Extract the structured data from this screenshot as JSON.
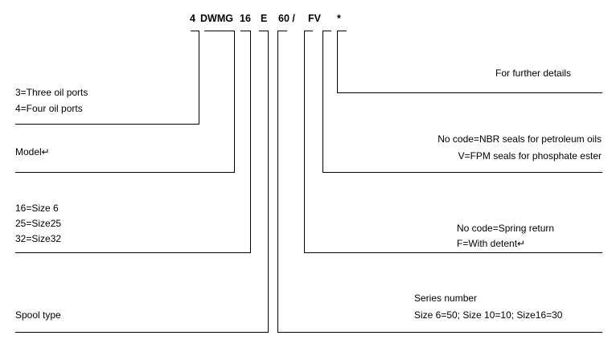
{
  "code": {
    "parts": [
      "4",
      "DWMG",
      "16",
      "E",
      "60 /",
      "FV",
      "*"
    ]
  },
  "left": {
    "ports": [
      "3=Three oil ports",
      "4=Four oil ports"
    ],
    "model": "Model↵",
    "size": [
      "16=Size 6",
      "25=Size25",
      "32=Size32"
    ],
    "spool": "Spool type"
  },
  "right": {
    "further": "For further details",
    "seals": [
      "No code=NBR seals for petroleum oils",
      "V=FPM seals for phosphate ester"
    ],
    "detent": [
      "No code=Spring return",
      "F=With detent↵"
    ],
    "series": [
      "Series number",
      "Size 6=50; Size 10=10; Size16=30"
    ]
  }
}
